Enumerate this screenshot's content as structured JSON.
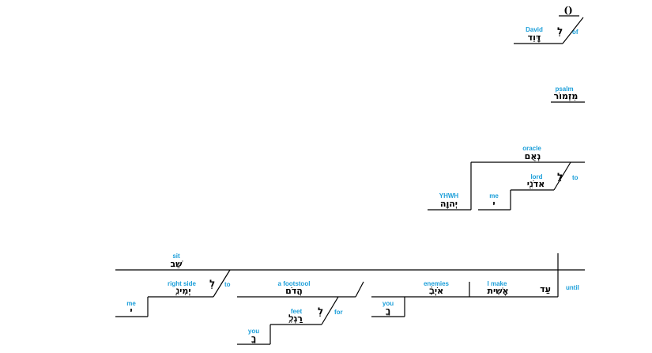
{
  "heading": {
    "paren": "()",
    "of_gloss": "of",
    "of_hebrew": "לְ",
    "david_gloss": "David",
    "david_hebrew": "דָּוִד",
    "psalm_gloss": "psalm",
    "psalm_hebrew": "מִזְמוֹר"
  },
  "oracle": {
    "oracle_gloss": "oracle",
    "oracle_hebrew": "נְאֻם",
    "yhwh_gloss": "YHWH",
    "yhwh_hebrew": "יְהוָה",
    "to_gloss": "to",
    "to_hebrew": "לַ",
    "lord_gloss": "lord",
    "lord_hebrew": "אדֹנִ֑י",
    "me_gloss": "me",
    "me_hebrew": "י"
  },
  "main": {
    "sit_gloss": "sit",
    "sit_hebrew": "שֵׁב",
    "to_gloss": "to",
    "to_hebrew": "לְ",
    "right_side_gloss": "right side",
    "right_side_hebrew": "יְמִינִ֑",
    "me_gloss": "me",
    "me_hebrew": "י",
    "until_gloss": "until",
    "until_hebrew": "עַד",
    "make_gloss": "I make",
    "make_hebrew": "אָשִׁית",
    "enemies_gloss": "enemies",
    "enemies_hebrew": "אֹיְבֶ֗",
    "you1_gloss": "you",
    "you1_hebrew": "ךָ",
    "footstool_gloss": "a footstool",
    "footstool_hebrew": "הֲדֹם",
    "for_gloss": "for",
    "for_hebrew": "לְ",
    "feet_gloss": "feet",
    "feet_hebrew": "רַגְלֶ֥",
    "you2_gloss": "you",
    "you2_hebrew": "ךָ"
  }
}
